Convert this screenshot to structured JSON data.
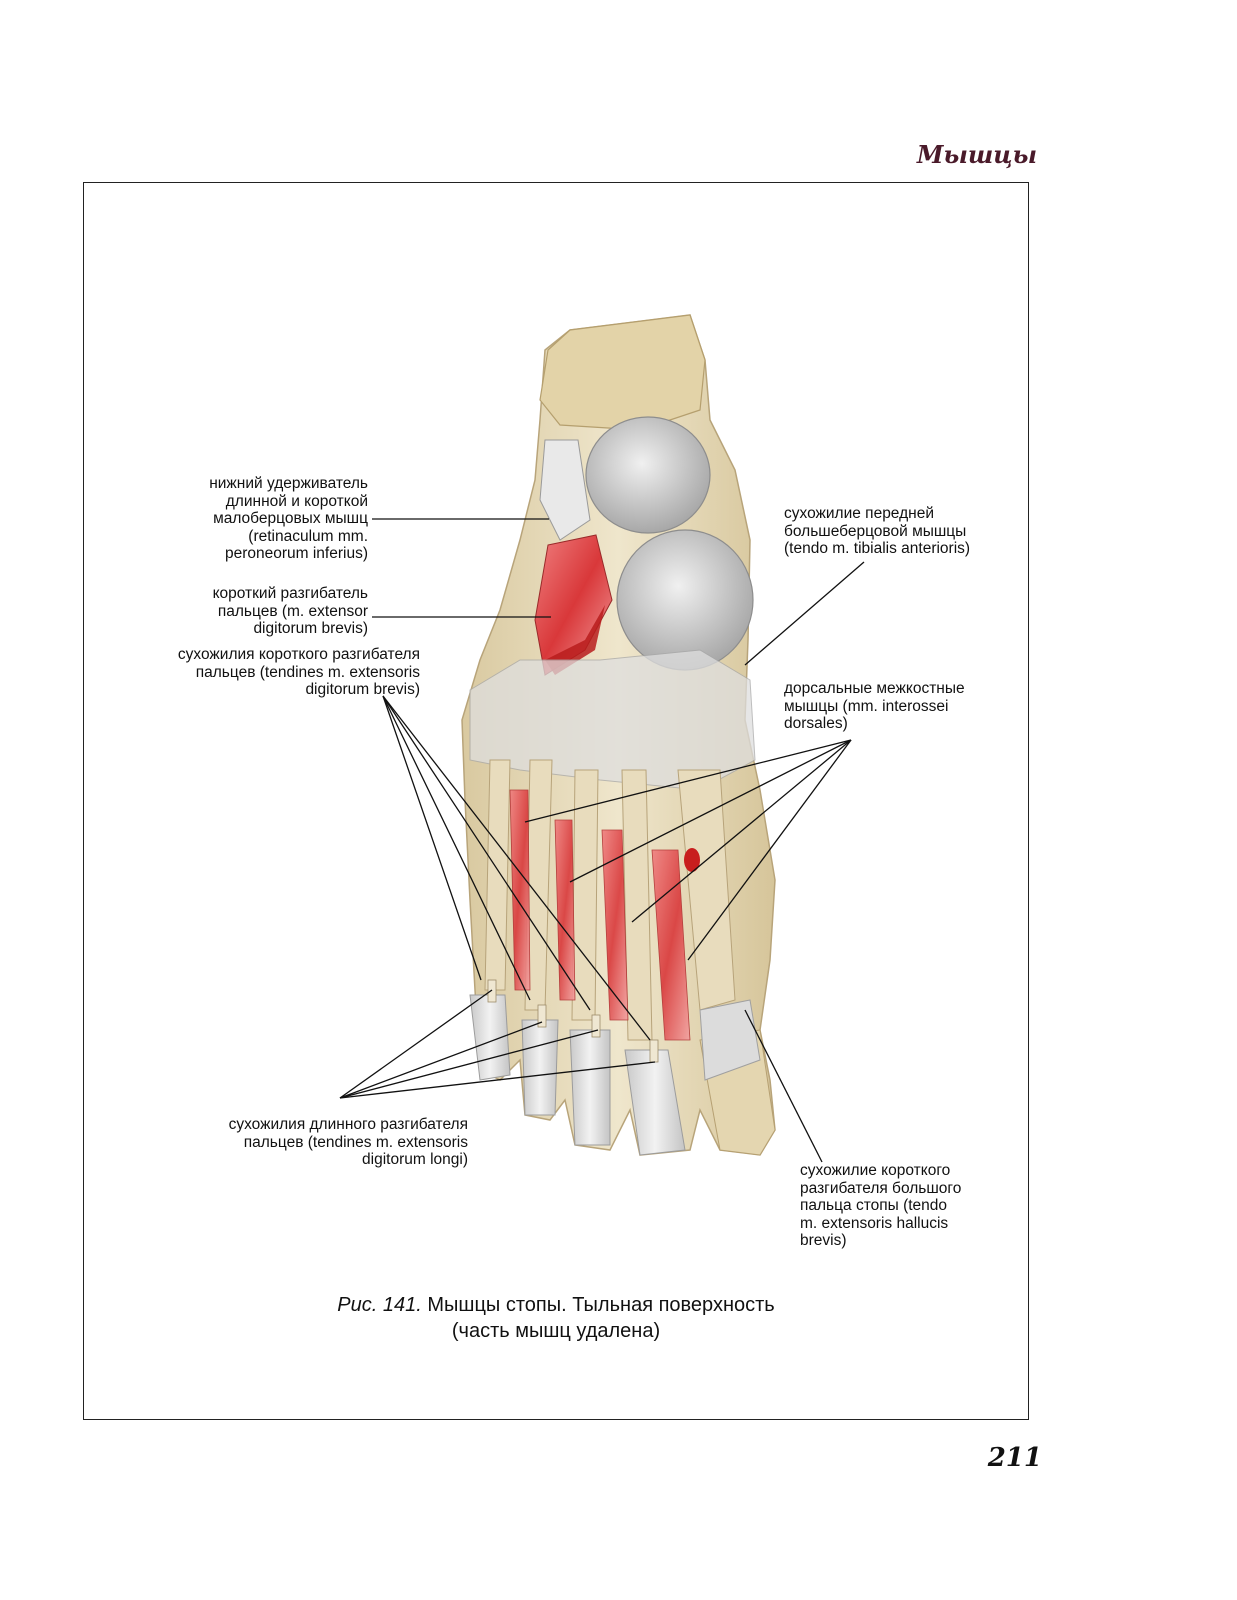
{
  "header": {
    "running_head": "Мышцы"
  },
  "labels": {
    "retinaculum": "нижний удерживатель\nдлинной и короткой\nмалоберцовых мышц\n(retinaculum mm.\nperoneorum inferius)",
    "extensor_digitorum_brevis": "короткий разгибатель\nпальцев (m. extensor\ndigitorum brevis)",
    "tendons_edb": "сухожилия короткого разгибателя\nпальцев (tendines m. extensoris\ndigitorum brevis)",
    "tibialis_anterior_tendon": "сухожилие передней\nбольшеберцовой мышцы\n(tendo m. tibialis anterioris)",
    "interossei_dorsales": "дорсальные межкостные\nмышцы (mm. interossei\ndorsales)",
    "tendons_edl": "сухожилия длинного разгибателя\nпальцев (tendines m. extensoris\ndigitorum longi)",
    "ehb_tendon": "сухожилие короткого\nразгибателя большого\nпальца стопы (tendo\nm. extensoris hallucis\nbrevis)"
  },
  "caption": {
    "figure": "Рис. 141.",
    "line1": "Мышцы стопы. Тыльная поверхность",
    "line2": "(часть мышц удалена)"
  },
  "page_number": "211"
}
